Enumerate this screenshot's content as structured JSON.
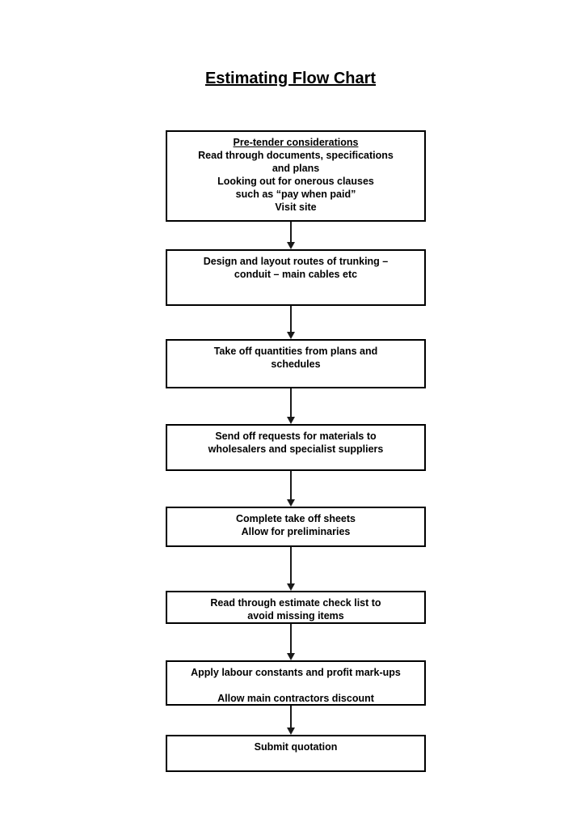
{
  "page": {
    "title": "Estimating Flow Chart"
  },
  "flowchart": {
    "boxes": [
      {
        "name": "pre-tender-considerations",
        "heading": "Pre-tender considerations",
        "lines": [
          "Read through documents, specifications",
          "and plans",
          "Looking out for onerous clauses",
          "such as “pay when paid”",
          "Visit site"
        ]
      },
      {
        "name": "design-and-layout-routes",
        "lines": [
          "Design and layout routes of trunking –",
          "conduit – main cables etc"
        ]
      },
      {
        "name": "take-off-quantities",
        "lines": [
          "Take off quantities from plans and",
          "schedules"
        ]
      },
      {
        "name": "send-off-requests",
        "lines": [
          "Send off requests for materials to",
          "wholesalers and specialist suppliers"
        ]
      },
      {
        "name": "complete-take-off-sheets",
        "lines": [
          "Complete take off sheets",
          "Allow for preliminaries"
        ]
      },
      {
        "name": "read-estimate-check-list",
        "lines": [
          "Read through estimate check list to",
          "avoid missing items"
        ]
      },
      {
        "name": "apply-labour-constants",
        "lines": [
          "Apply labour constants and profit mark-ups",
          "Allow main contractors discount"
        ]
      },
      {
        "name": "submit-quotation",
        "lines": [
          "Submit quotation"
        ]
      }
    ]
  }
}
